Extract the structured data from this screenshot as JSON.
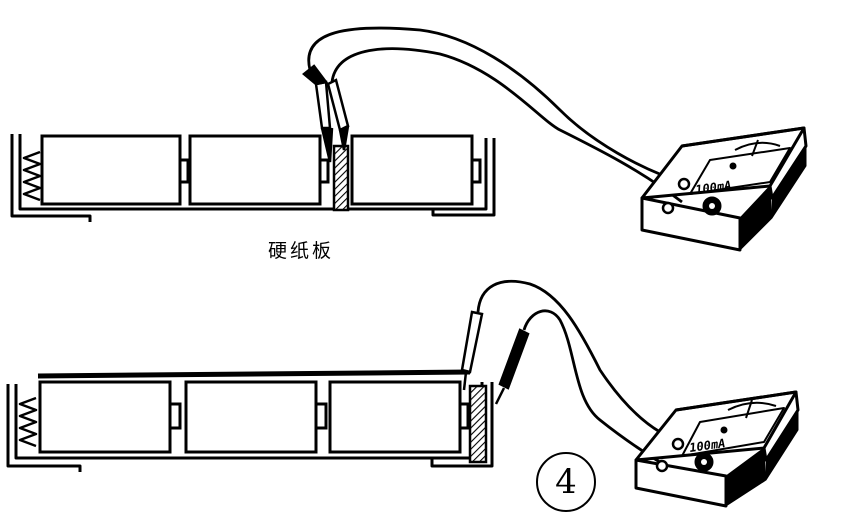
{
  "diagram": {
    "cardboard_label": "硬纸板",
    "meter_range_label": "100mA",
    "figure_number": "4"
  },
  "colors": {
    "ink": "#000000",
    "paper": "#ffffff"
  }
}
